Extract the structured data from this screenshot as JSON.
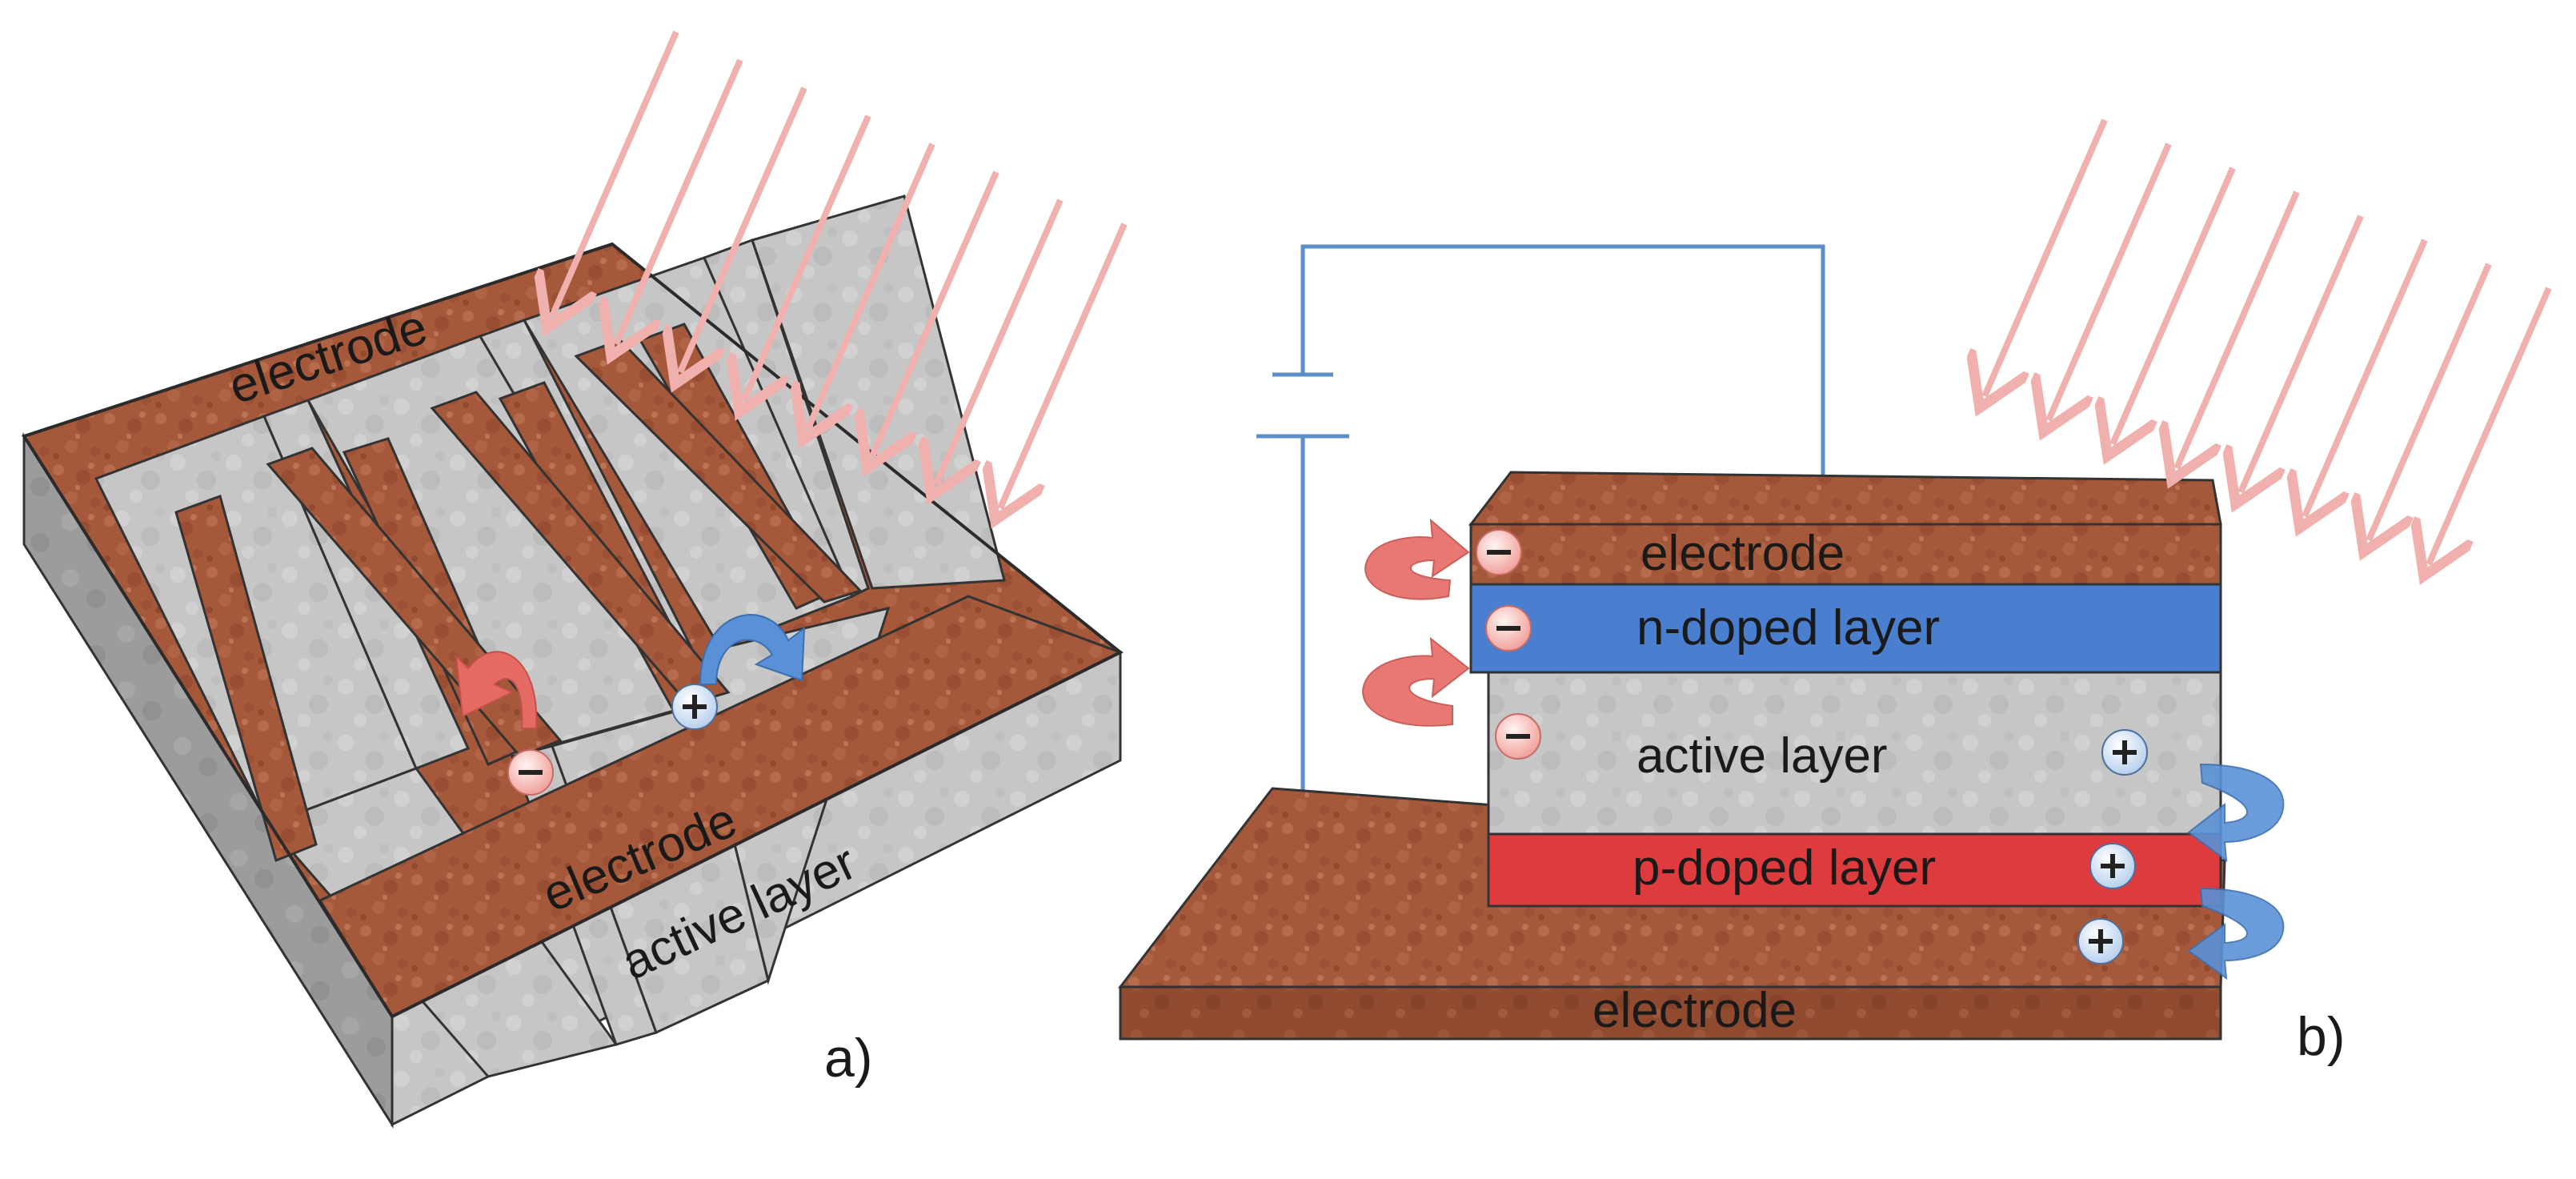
{
  "panel_a": {
    "label_electrode_top": "electrode",
    "label_electrode_bottom": "electrode",
    "label_active_layer": "active layer",
    "panel_label": "a)"
  },
  "panel_b": {
    "label_electrode_top": "electrode",
    "label_n_doped": "n-doped layer",
    "label_active": "active layer",
    "label_p_doped": "p-doped layer",
    "label_electrode_bottom": "electrode",
    "panel_label": "b)"
  },
  "colors": {
    "electrode": "#a5583a",
    "active_layer": "#c6c6c6",
    "n_doped": "#4a7fd0",
    "p_doped": "#de3b3e",
    "light_arrows": "#f0b0ad",
    "electron_arrow": "#e66a64",
    "hole_arrow": "#5a91d6",
    "wire": "#5b8ec8"
  },
  "symbols": {
    "electron": "negative-charge",
    "hole": "positive-charge"
  }
}
